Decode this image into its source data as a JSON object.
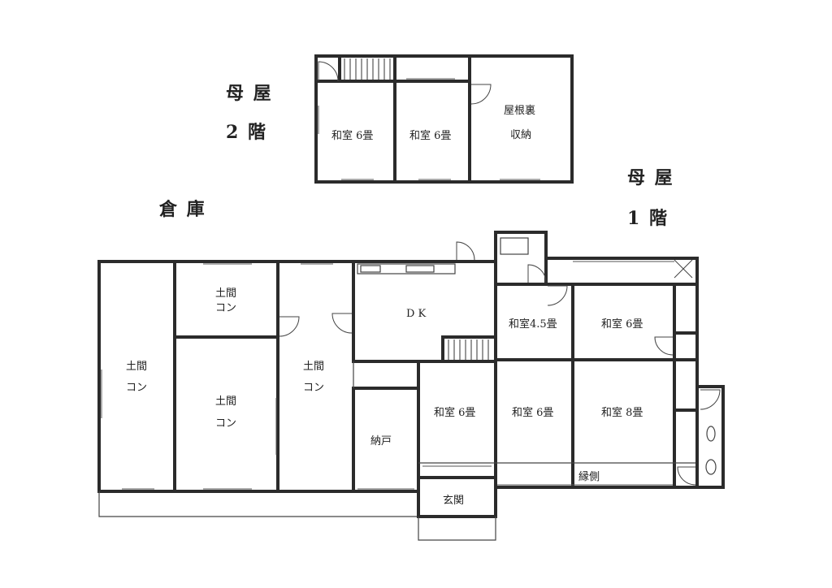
{
  "headings": {
    "main_2f_line1": "母 屋",
    "main_2f_line2": "2 階",
    "main_1f_line1": "母 屋",
    "main_1f_line2": "1 階",
    "storehouse": "倉 庫"
  },
  "upper_floor": {
    "room_a": "和室 6畳",
    "room_b": "和室 6畳",
    "attic_line1": "屋根裏",
    "attic_line2": "収納"
  },
  "storehouse_rooms": {
    "doma_left_1": "土間",
    "doma_left_2": "コン",
    "doma_top_1": "土間",
    "doma_top_2": "コン",
    "doma_mid_1": "土間",
    "doma_mid_2": "コン",
    "doma_right_1": "土間",
    "doma_right_2": "コン"
  },
  "ground_floor": {
    "dk": "D K",
    "nando": "納戸",
    "washitsu_45": "和室4.5畳",
    "washitsu_6_ne": "和室 6畳",
    "washitsu_6_sw": "和室 6畳",
    "washitsu_6_s": "和室 6畳",
    "washitsu_8": "和室 8畳",
    "engawa": "縁側",
    "genkan": "玄関"
  }
}
